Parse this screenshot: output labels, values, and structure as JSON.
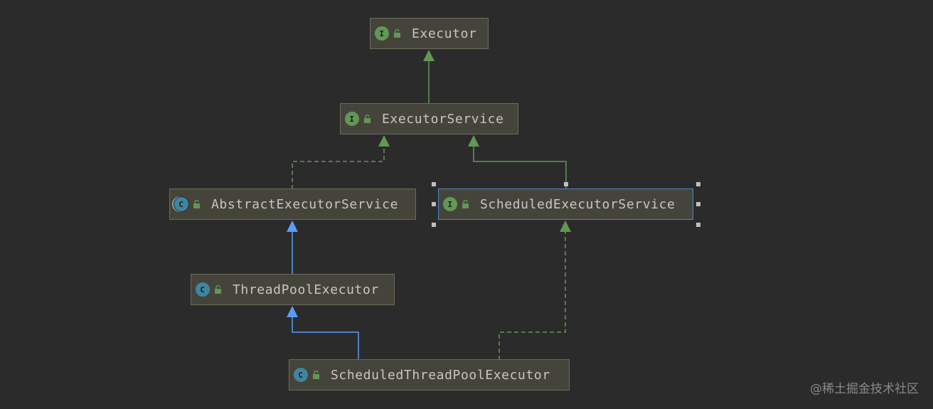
{
  "nodes": [
    {
      "id": "executor",
      "name": "Executor",
      "kind": "interface",
      "badge": "I"
    },
    {
      "id": "executor-service",
      "name": "ExecutorService",
      "kind": "interface",
      "badge": "I"
    },
    {
      "id": "abstract-executor-service",
      "name": "AbstractExecutorService",
      "kind": "abstract-class",
      "badge": "C"
    },
    {
      "id": "scheduled-executor-service",
      "name": "ScheduledExecutorService",
      "kind": "interface",
      "badge": "I",
      "selected": true
    },
    {
      "id": "thread-pool-executor",
      "name": "ThreadPoolExecutor",
      "kind": "class",
      "badge": "C"
    },
    {
      "id": "scheduled-thread-pool-executor",
      "name": "ScheduledThreadPoolExecutor",
      "kind": "class",
      "badge": "C"
    }
  ],
  "edges": [
    {
      "from": "executor-service",
      "to": "executor",
      "type": "extends-interface"
    },
    {
      "from": "abstract-executor-service",
      "to": "executor-service",
      "type": "implements"
    },
    {
      "from": "scheduled-executor-service",
      "to": "executor-service",
      "type": "extends-interface"
    },
    {
      "from": "thread-pool-executor",
      "to": "abstract-executor-service",
      "type": "extends-class"
    },
    {
      "from": "scheduled-thread-pool-executor",
      "to": "thread-pool-executor",
      "type": "extends-class"
    },
    {
      "from": "scheduled-thread-pool-executor",
      "to": "scheduled-executor-service",
      "type": "implements"
    }
  ],
  "colors": {
    "background": "#2b2b2b",
    "interface_edge": "#629755",
    "class_edge": "#589df6",
    "selection": "#4a88c7"
  },
  "watermark": "@稀土掘金技术社区"
}
